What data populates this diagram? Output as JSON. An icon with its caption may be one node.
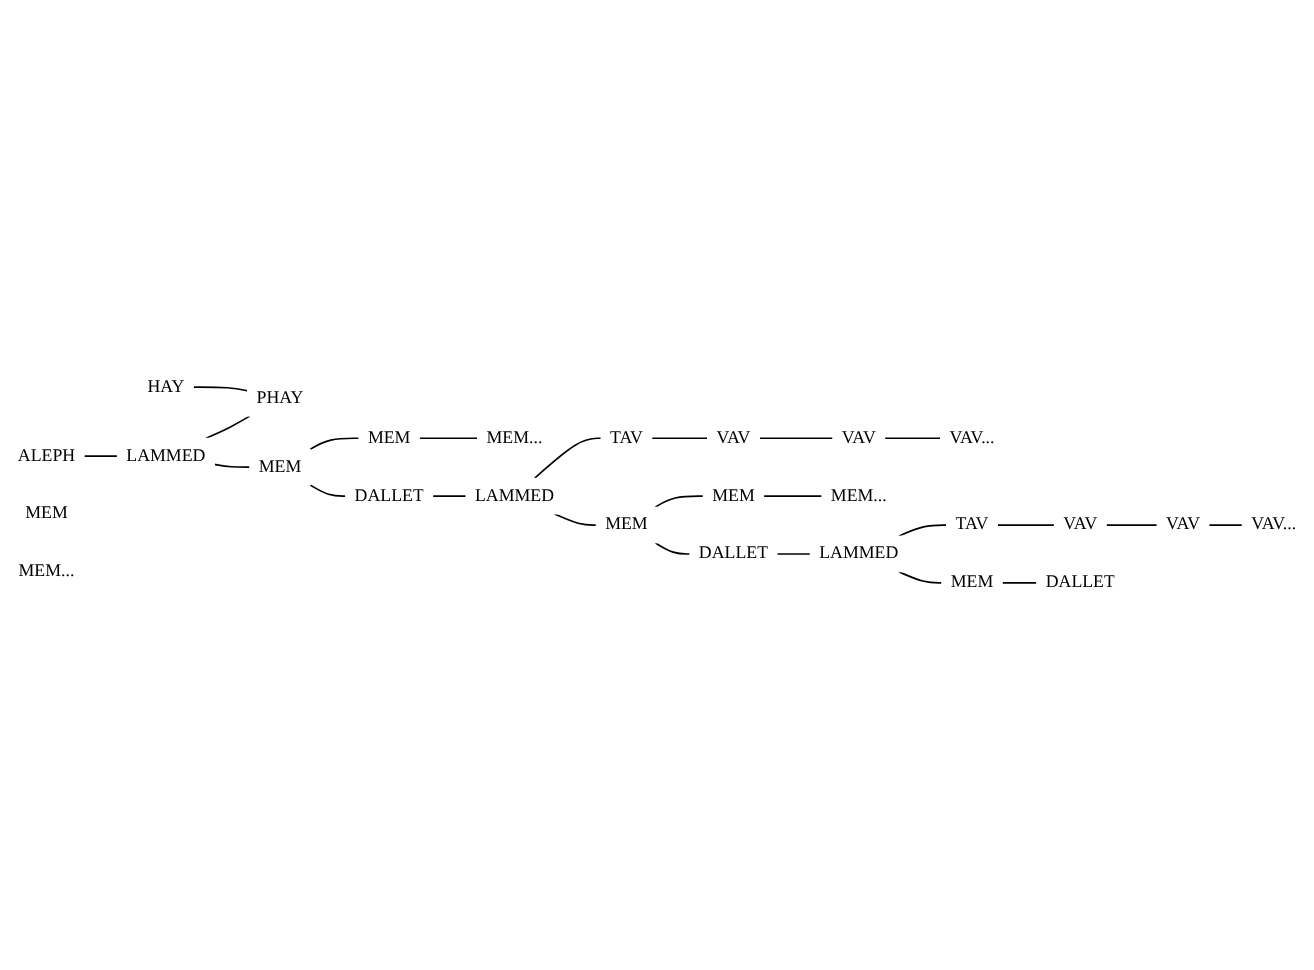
{
  "diagram": {
    "nodes": [
      {
        "text": [
          "HAY"
        ]
      },
      {
        "text": [
          "ALEPH"
        ]
      },
      {
        "text": [
          "LAMMED"
        ]
      },
      {
        "text": [
          "PHAY"
        ]
      },
      {
        "text": [
          "MEM"
        ]
      },
      {
        "text": [
          "MEM"
        ]
      },
      {
        "text": [
          "MEM..."
        ]
      },
      {
        "text": [
          "DALLET"
        ]
      },
      {
        "text": [
          "LAMMED"
        ]
      },
      {
        "text": [
          "TAV"
        ]
      },
      {
        "text": [
          "VAV"
        ]
      },
      {
        "text": [
          "VAV"
        ]
      },
      {
        "text": [
          "VAV..."
        ]
      },
      {
        "text": [
          "MEM"
        ]
      },
      {
        "text": [
          "MEM"
        ]
      },
      {
        "text": [
          "MEM..."
        ]
      },
      {
        "text": [
          "DALLET"
        ]
      },
      {
        "text": [
          "LAMMED"
        ]
      },
      {
        "text": [
          "TAV"
        ]
      },
      {
        "text": [
          "VAV"
        ]
      },
      {
        "text": [
          "VAV"
        ]
      },
      {
        "text": [
          "VAV..."
        ]
      },
      {
        "text": [
          "MEM"
        ]
      },
      {
        "text": [
          "MEM"
        ]
      },
      {
        "text": [
          "MEM..."
        ]
      },
      {
        "text": [
          "DALLET"
        ]
      }
    ],
    "edges": [
      {
        "from": 0,
        "to": 3,
        "arrow": "none"
      },
      {
        "from": 1,
        "to": 2,
        "arrow": "none"
      },
      {
        "from": 2,
        "to": 3,
        "arrow": "none"
      },
      {
        "from": 2,
        "to": 4,
        "arrow": "none"
      },
      {
        "from": 4,
        "to": 5,
        "arrow": "none"
      },
      {
        "from": 5,
        "to": 6,
        "arrow": "none"
      },
      {
        "from": 4,
        "to": 7,
        "arrow": "none"
      },
      {
        "from": 7,
        "to": 8,
        "arrow": "none"
      },
      {
        "from": 8,
        "to": 9,
        "arrow": "none"
      },
      {
        "from": 9,
        "to": 10,
        "arrow": "none"
      },
      {
        "from": 10,
        "to": 11,
        "arrow": "none"
      },
      {
        "from": 11,
        "to": 12,
        "arrow": "none"
      },
      {
        "from": 8,
        "to": 13,
        "arrow": "none"
      },
      {
        "from": 13,
        "to": 14,
        "arrow": "none"
      },
      {
        "from": 14,
        "to": 15,
        "arrow": "none"
      },
      {
        "from": 13,
        "to": 16,
        "arrow": "none"
      },
      {
        "from": 16,
        "to": 17,
        "arrow": "none"
      },
      {
        "from": 17,
        "to": 18,
        "arrow": "none"
      },
      {
        "from": 18,
        "to": 19,
        "arrow": "none"
      },
      {
        "from": 19,
        "to": 20,
        "arrow": "none"
      },
      {
        "from": 20,
        "to": 21,
        "arrow": "none"
      },
      {
        "from": 17,
        "to": 22,
        "arrow": "none"
      },
      {
        "from": 22,
        "to": 25,
        "arrow": "none"
      }
    ]
  }
}
